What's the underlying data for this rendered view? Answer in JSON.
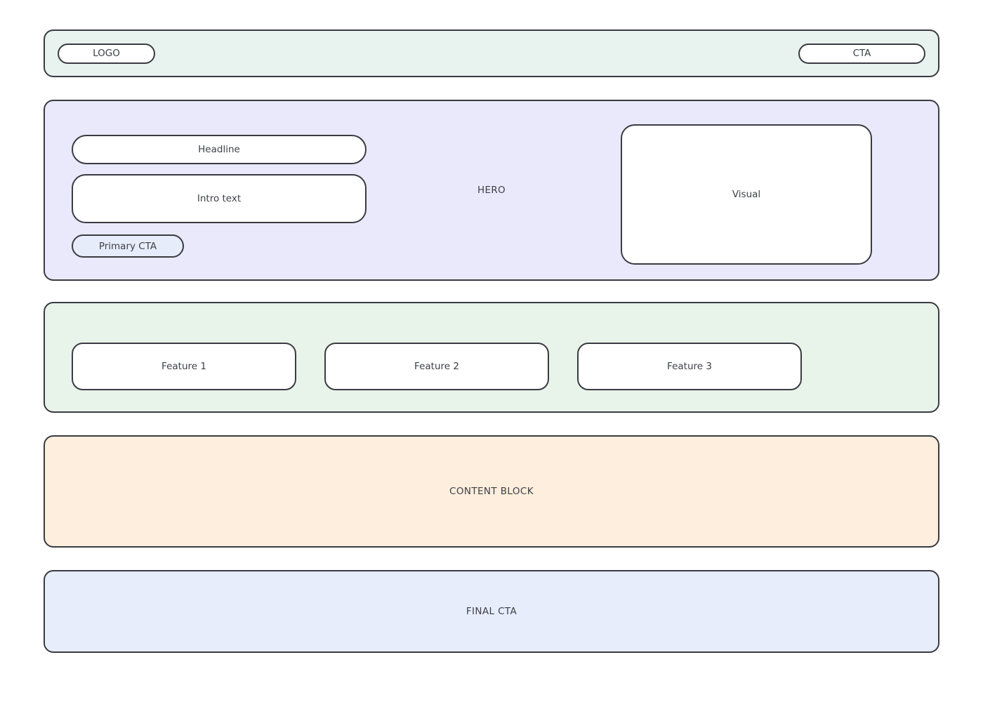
{
  "topbar": {
    "logo_label": "LOGO",
    "cta_label": "CTA"
  },
  "hero": {
    "label": "HERO",
    "headline_label": "Headline",
    "intro_label": "Intro text",
    "primary_cta_label": "Primary CTA",
    "visual_label": "Visual"
  },
  "features": {
    "items": [
      {
        "label": "Feature 1"
      },
      {
        "label": "Feature 2"
      },
      {
        "label": "Feature 3"
      }
    ]
  },
  "content_block": {
    "label": "CONTENT BLOCK"
  },
  "final_cta": {
    "label": "FINAL CTA"
  },
  "colors": {
    "topbar_bg": "#e8f2ef",
    "hero_bg": "#eae9fc",
    "features_bg": "#e8f3ea",
    "content_bg": "#fdeedd",
    "final_bg": "#e7edfb",
    "pill_blue": "#e7ecfa",
    "border": "#3a3b42",
    "text": "#3e4046"
  }
}
